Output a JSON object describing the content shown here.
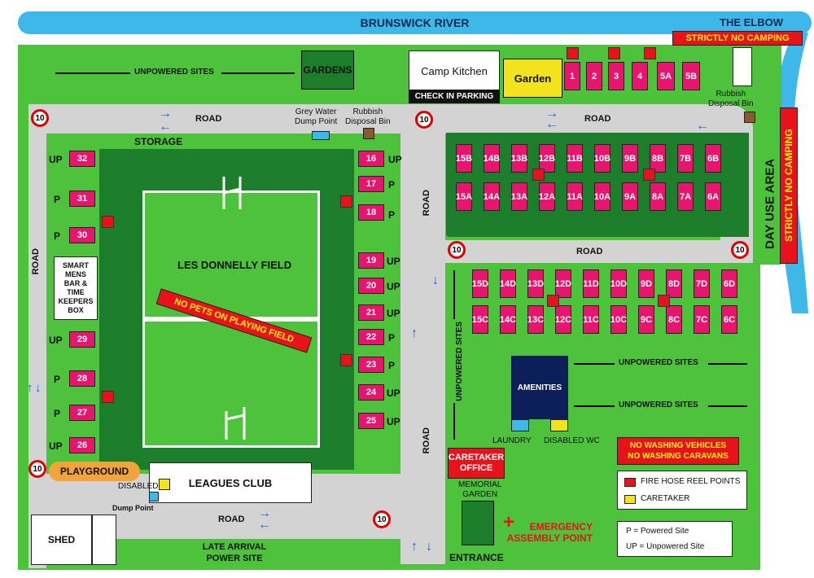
{
  "river": {
    "name": "BRUNSWICK RIVER",
    "elbow": "THE ELBOW"
  },
  "warnings": {
    "no_camping_top": "STRICTLY NO CAMPING",
    "no_camping_side": "STRICTLY NO CAMPING",
    "day_use": "DAY USE AREA",
    "no_pets": "NO PETS ON PLAYING FIELD",
    "no_washing": "NO WASHING VEHICLES\nNO WASHING CARAVANS"
  },
  "labels": {
    "unpowered_top": "UNPOWERED SITES",
    "gardens": "GARDENS",
    "camp_kitchen": "Camp Kitchen",
    "check_in": "CHECK IN PARKING",
    "garden": "Garden",
    "rubbish_right": "Rubbish\nDisposal Bin",
    "rubbish_left": "Rubbish\nDisposal Bin",
    "grey_water": "Grey Water\nDump Point",
    "road": "ROAD",
    "storage": "STORAGE",
    "field": "LES DONNELLY FIELD",
    "smart_mens": "SMART\nMENS\nBAR &\nTIME\nKEEPERS\nBOX",
    "playground": "PLAYGROUND",
    "disabled": "DISABLED",
    "dump_point": "Dump Point",
    "leagues_club": "LEAGUES CLUB",
    "shed": "SHED",
    "late_arrival": "LATE ARRIVAL\nPOWER SITE",
    "unpowered_vert": "UNPOWERED SITES",
    "unpowered_mid": "UNPOWERED SITES",
    "unpowered_low": "UNPOWERED SITES",
    "amenities": "AMENITIES",
    "laundry": "LAUNDRY",
    "disabled_wc": "DISABLED WC",
    "caretaker_office": "CARETAKER\nOFFICE",
    "memorial_garden": "MEMORIAL\nGARDEN",
    "emergency": "EMERGENCY\nASSEMBLY POINT",
    "entrance": "ENTRANCE",
    "speed": "10"
  },
  "legend": {
    "fire_hose": "FIRE HOSE REEL POINTS",
    "caretaker": "CARETAKER",
    "powered": "P = Powered Site",
    "unpowered": "UP = Unpowered Site",
    "p_bold": "P",
    "up_bold": "UP"
  },
  "top_sites": [
    "1",
    "2",
    "3",
    "4",
    "5A",
    "5B"
  ],
  "left_sites": [
    {
      "num": "32",
      "type": "UP"
    },
    {
      "num": "31",
      "type": "P"
    },
    {
      "num": "30",
      "type": "P"
    },
    {
      "num": "29",
      "type": "UP"
    },
    {
      "num": "28",
      "type": "P"
    },
    {
      "num": "27",
      "type": "P"
    },
    {
      "num": "26",
      "type": "UP"
    }
  ],
  "right_sites": [
    {
      "num": "16",
      "type": "UP"
    },
    {
      "num": "17",
      "type": "P"
    },
    {
      "num": "18",
      "type": "P"
    },
    {
      "num": "19",
      "type": "UP"
    },
    {
      "num": "20",
      "type": "UP"
    },
    {
      "num": "21",
      "type": "UP"
    },
    {
      "num": "22",
      "type": "P"
    },
    {
      "num": "23",
      "type": "P"
    },
    {
      "num": "24",
      "type": "UP"
    },
    {
      "num": "25",
      "type": "UP"
    }
  ],
  "grid_rows": [
    [
      "15B",
      "14B",
      "13B",
      "12B",
      "11B",
      "10B",
      "9B",
      "8B",
      "7B",
      "6B"
    ],
    [
      "15A",
      "14A",
      "13A",
      "12A",
      "11A",
      "10A",
      "9A",
      "8A",
      "7A",
      "6A"
    ],
    [
      "15D",
      "14D",
      "13D",
      "12D",
      "11D",
      "10D",
      "9D",
      "8D",
      "7D",
      "6D"
    ],
    [
      "15C",
      "14C",
      "13C",
      "12C",
      "11C",
      "10C",
      "9C",
      "8C",
      "7C",
      "6C"
    ]
  ],
  "colors": {
    "grass": "#4cc33a",
    "dark_grass": "#1c7d2b",
    "road": "#d3d3d3",
    "river": "#3db8e8",
    "site": "#e8156e",
    "hose": "#e8121b",
    "caretaker": "#f2e31b",
    "amenities": "#0c1f5a",
    "playground": "#f2a33a"
  }
}
